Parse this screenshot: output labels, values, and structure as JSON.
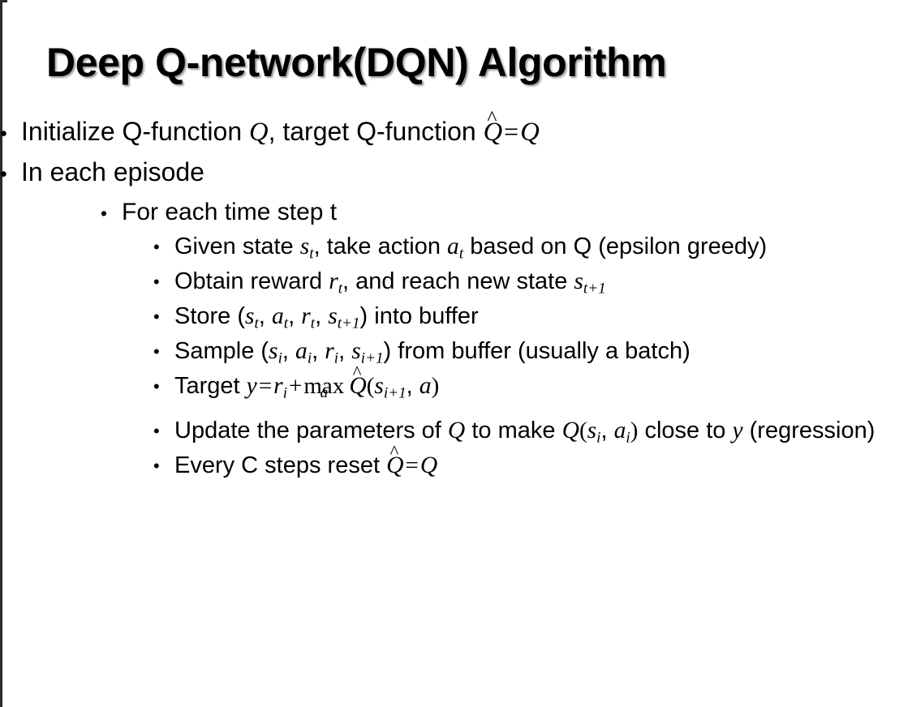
{
  "slide": {
    "title": "Deep Q-network(DQN) Algorithm",
    "background_color": "#ffffff",
    "text_color": "#000000",
    "bullet_glyph": "•"
  },
  "content": {
    "l1_initialize": {
      "pre": "Initialize Q-function ",
      "var_q1": "Q",
      "mid": ", target Q-function ",
      "hat": "̂",
      "var_qhat": "Q",
      "eq": "=",
      "var_q2": "Q"
    },
    "l1_episode": {
      "text": "In each episode"
    },
    "l2_timestep": {
      "text": "For each time step t"
    },
    "l3_given": {
      "pre": "Given state ",
      "var_s": "s",
      "sub_s": "t",
      "mid": ", take action ",
      "var_a": "a",
      "sub_a": "t",
      "post": " based on Q (epsilon greedy)"
    },
    "l3_obtain": {
      "pre": "Obtain reward ",
      "var_r": "r",
      "sub_r": "t",
      "mid": ", and reach new state ",
      "var_s": "s",
      "sub_s": "t+1"
    },
    "l3_store": {
      "pre": "Store (",
      "var_s1": "s",
      "sub_s1": "t",
      "c1": ", ",
      "var_a": "a",
      "sub_a": "t",
      "c2": ", ",
      "var_r": "r",
      "sub_r": "t",
      "c3": ", ",
      "var_s2": "s",
      "sub_s2": "t+1",
      "post": ") into buffer"
    },
    "l3_sample": {
      "pre": "Sample (",
      "var_s1": "s",
      "sub_s1": "i",
      "c1": ", ",
      "var_a": "a",
      "sub_a": "i",
      "c2": ", ",
      "var_r": "r",
      "sub_r": "i",
      "c3": ", ",
      "var_s2": "s",
      "sub_s2": "i+1",
      "post": ") from buffer (usually a batch)"
    },
    "l3_target": {
      "pre": "Target ",
      "var_y": "y",
      "eq": "=",
      "var_r": "r",
      "sub_r": "i",
      "plus": "+",
      "op_max": "max",
      "op_sub": "a",
      "hat": "̂",
      "var_qhat": "Q",
      "paren_open": "(",
      "var_s": "s",
      "sub_s": "i+1",
      "comma": ", ",
      "var_a": "a",
      "paren_close": ")"
    },
    "l3_update": {
      "pre": "Update the parameters of ",
      "var_q1": "Q",
      "mid": " to make ",
      "var_q2": "Q",
      "paren_open": "(",
      "var_s": "s",
      "sub_s": "i",
      "comma": ", ",
      "var_a": "a",
      "sub_a": "i",
      "paren_close": ")",
      "post": " close to ",
      "var_y": "y",
      "tail": " (regression)"
    },
    "l3_reset": {
      "pre": "Every C steps reset ",
      "hat": "̂",
      "var_qhat": "Q",
      "eq": "=",
      "var_q": "Q"
    }
  }
}
